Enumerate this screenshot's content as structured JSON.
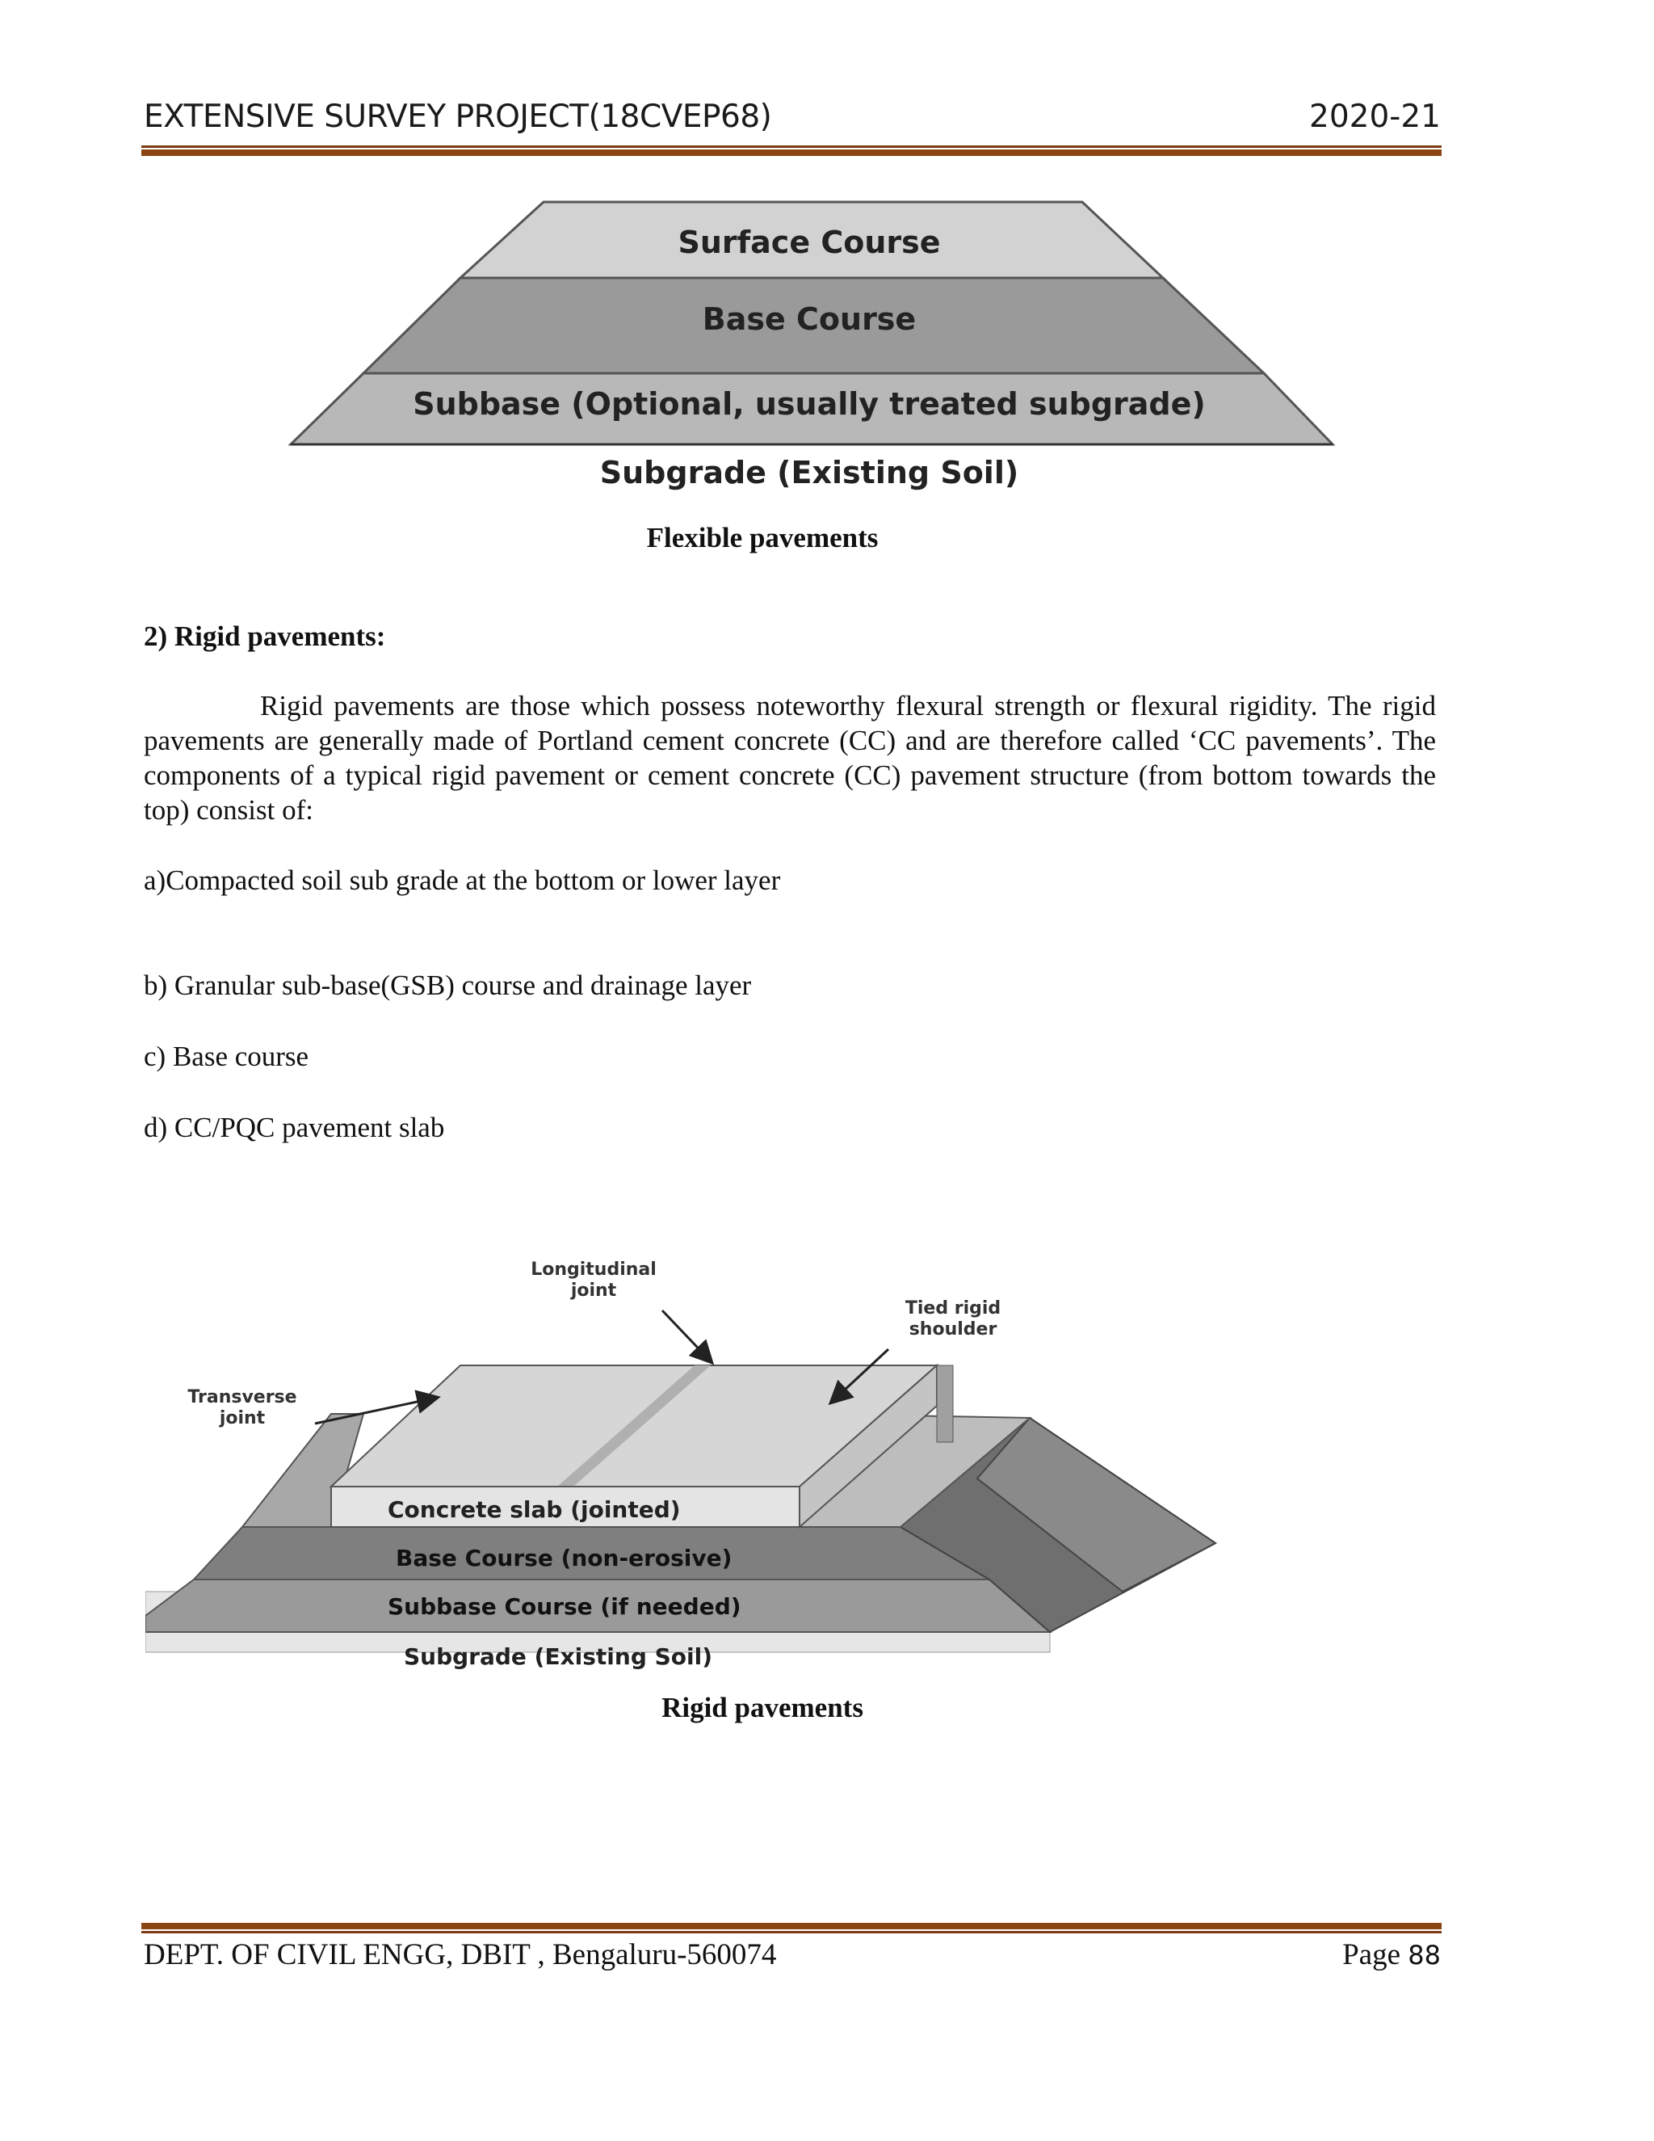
{
  "header": {
    "title": "EXTENSIVE SURVEY PROJECT(18CVEP68)",
    "year": "2020-21"
  },
  "figure1": {
    "layers": [
      "Surface Course",
      "Base Course",
      "Subbase (Optional, usually treated subgrade)",
      "Subgrade (Existing Soil)"
    ],
    "caption": "Flexible pavements"
  },
  "section": {
    "heading": "2) Rigid pavements:",
    "paragraph": "Rigid pavements are those which possess noteworthy flexural strength or flexural rigidity. The rigid pavements are generally made of Portland cement concrete (CC) and are therefore called ‘CC pavements’. The components of a typical rigid pavement or cement concrete (CC) pavement structure (from bottom towards the top) consist of:",
    "items": [
      "a)Compacted soil sub grade at the bottom or lower layer",
      "b) Granular sub-base(GSB) course and drainage layer",
      "c) Base course",
      "d) CC/PQC pavement slab"
    ]
  },
  "figure2": {
    "labels": {
      "longitudinal_1": "Longitudinal",
      "longitudinal_2": "joint",
      "tied_1": "Tied rigid",
      "tied_2": "shoulder",
      "transverse_1": "Transverse",
      "transverse_2": "joint",
      "slab": "Concrete slab (jointed)",
      "base": "Base Course (non-erosive)",
      "subbase": "Subbase Course (if needed)",
      "subgrade": "Subgrade (Existing Soil)"
    },
    "caption": "Rigid pavements"
  },
  "footer": {
    "dept": "DEPT. OF CIVIL ENGG, DBIT , Bengaluru-560074",
    "page_label": "Page",
    "page_number": "88"
  }
}
